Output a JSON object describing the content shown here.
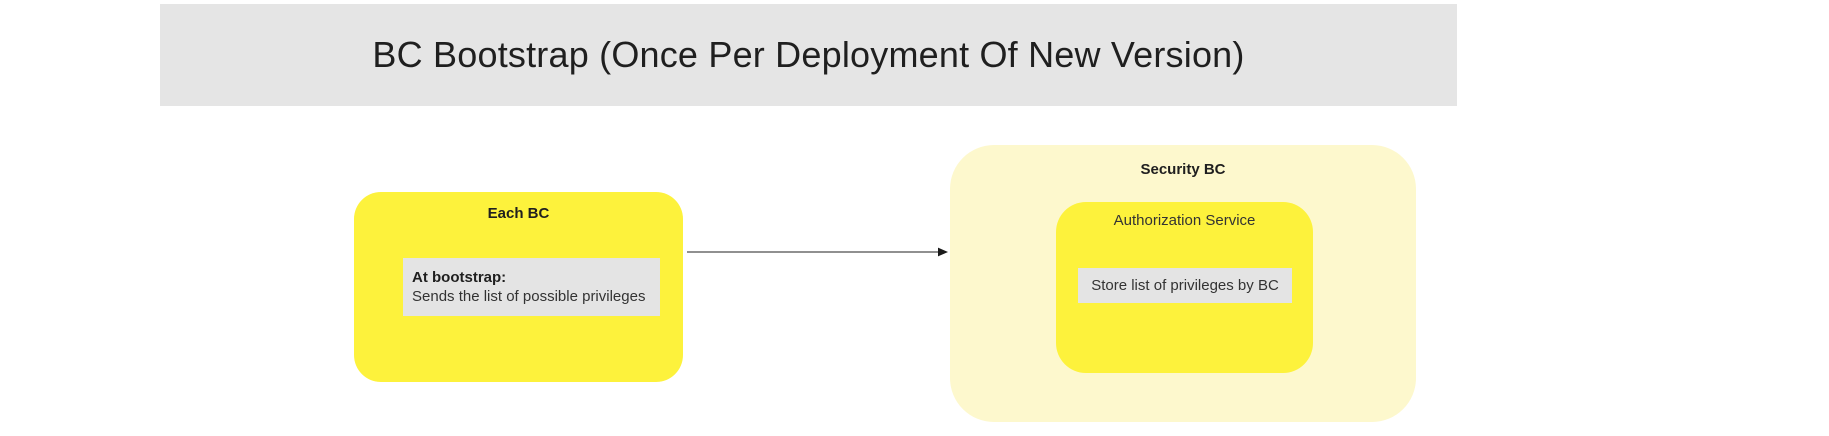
{
  "header": {
    "title": "BC Bootstrap (Once Per Deployment Of New Version)"
  },
  "nodes": {
    "each_bc": {
      "title": "Each BC",
      "note": {
        "heading": "At bootstrap:",
        "body": "Sends the list of possible privileges"
      }
    },
    "security_bc": {
      "title": "Security BC",
      "service": {
        "title": "Authorization Service",
        "note": {
          "body": "Store list of privileges by BC"
        }
      }
    }
  },
  "connector": {
    "from": "each_bc",
    "to": "security_bc",
    "direction": "right"
  },
  "colors": {
    "header_bg": "#e5e5e5",
    "sticky_yellow": "#fdf23c",
    "sticky_cream": "#fdf8cd",
    "note_gray": "#e4e4e4",
    "text_dark": "#1f1f1f",
    "text_body": "#333333",
    "arrow_line": "#6b6b6b",
    "arrow_head": "#1a1a1a"
  }
}
